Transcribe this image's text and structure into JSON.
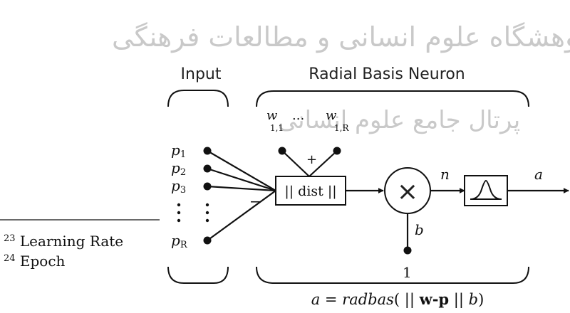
{
  "watermark": {
    "line1": "پژوهشگاه علوم انسانی و مطالعات فرهنگی",
    "line2": "پرتال جامع علوم انسانی"
  },
  "diagram": {
    "input_label": "Input",
    "neuron_label": "Radial Basis Neuron",
    "inputs": {
      "p1": "p",
      "p1_sub": "1",
      "p2": "p",
      "p2_sub": "2",
      "p3": "p",
      "p3_sub": "3",
      "pR": "p",
      "pR_sub": "R"
    },
    "weights": {
      "w_first": "w",
      "w_first_sub": "1,1",
      "ellipsis": "...",
      "w_last": "w",
      "w_last_sub": "1,R"
    },
    "plus_sign": "+",
    "minus_sign": "−",
    "dist_label": "|| dist ||",
    "multiply_symbol": "×",
    "n_label": "n",
    "b_label": "b",
    "a_label": "a",
    "one_label": "1",
    "formula": {
      "lhs": "a = ",
      "func": "radbas",
      "open": "( || ",
      "wp": "w-p",
      "close": " || ",
      "b": "b",
      "end": ")"
    }
  },
  "footnotes": [
    {
      "num": "23",
      "text": " Learning Rate"
    },
    {
      "num": "24",
      "text": " Epoch"
    }
  ]
}
